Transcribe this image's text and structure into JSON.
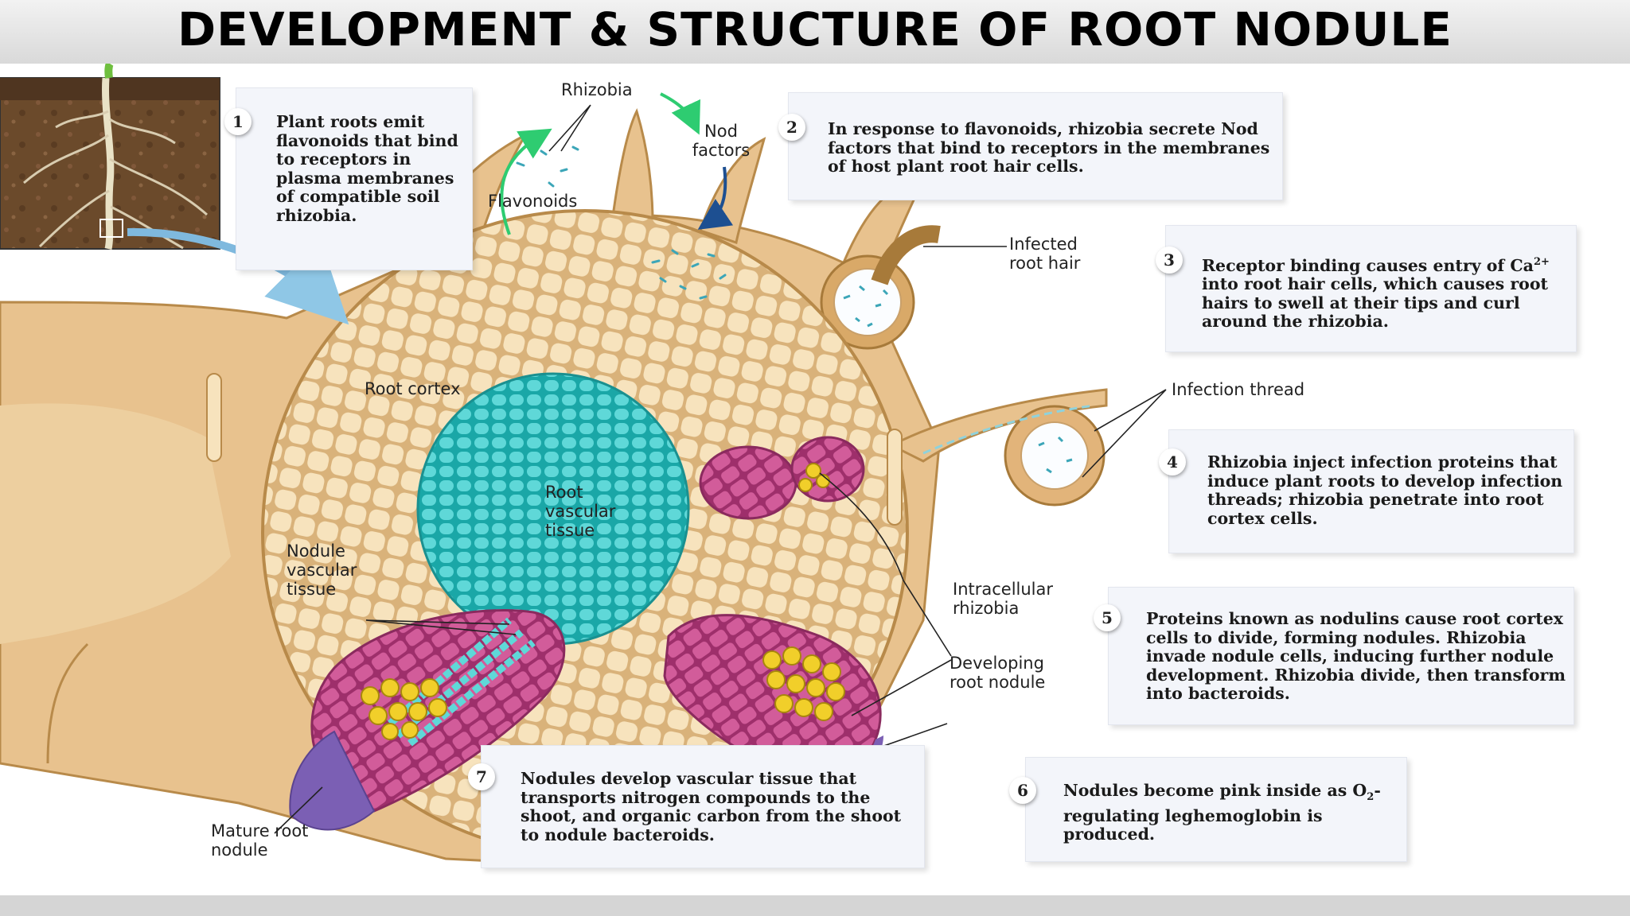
{
  "title": "DEVELOPMENT & STRUCTURE OF ROOT NODULE",
  "steps": [
    {
      "num": "1",
      "text": "Plant roots emit flavonoids that bind to receptors in plasma membranes of compatible soil rhizobia."
    },
    {
      "num": "2",
      "text": "In response to flavonoids, rhizobia secrete Nod factors that bind to receptors in the membranes of host plant root hair cells."
    },
    {
      "num": "3",
      "text_before": "Receptor binding causes entry of Ca",
      "superscript": "2+",
      "text_after": " into root hair cells, which causes root hairs to swell at their tips and curl around the rhizobia."
    },
    {
      "num": "4",
      "text": "Rhizobia inject infection proteins that induce plant roots to develop infection threads; rhizobia penetrate into root cortex cells."
    },
    {
      "num": "5",
      "text": "Proteins known as nodulins cause root cortex cells to divide, forming nodules. Rhizobia invade nodule cells, inducing further nodule development. Rhizobia divide, then transform into bacteroids."
    },
    {
      "num": "6",
      "text_before": "Nodules become pink inside as O",
      "subscript": "2",
      "text_after": "-regulating leghemoglobin is produced."
    },
    {
      "num": "7",
      "text": "Nodules develop vascular tissue that transports nitrogen compounds to the shoot, and organic carbon from the shoot to nodule bacteroids."
    }
  ],
  "labels": {
    "rhizobia": "Rhizobia",
    "nod_factors": "Nod factors",
    "flavonoids": "Flavonoids",
    "infected_root_hair": "Infected root hair",
    "infection_thread": "Infection thread",
    "root_cortex": "Root cortex",
    "root_vascular_tissue": "Root vascular tissue",
    "nodule_vascular_tissue": "Nodule vascular tissue",
    "intracellular_rhizobia": "Intracellular rhizobia",
    "developing_root_nodule": "Developing root nodule",
    "mature_root_nodule": "Mature root nodule"
  },
  "colors": {
    "root_tan": "#e8c28e",
    "root_outline": "#b88a4a",
    "cortex_cell": "#f7e3bd",
    "vascular": "#3cc9c9",
    "nodule_pink": "#c34a8a",
    "bacteroid_yellow": "#f1cf2a",
    "nodule_purple": "#7b5fb4",
    "soil": "#6b4a2b",
    "arrow_green": "#2ecc71",
    "arrow_blue": "#1d4f91",
    "box_bg": "#f3f5fa"
  }
}
